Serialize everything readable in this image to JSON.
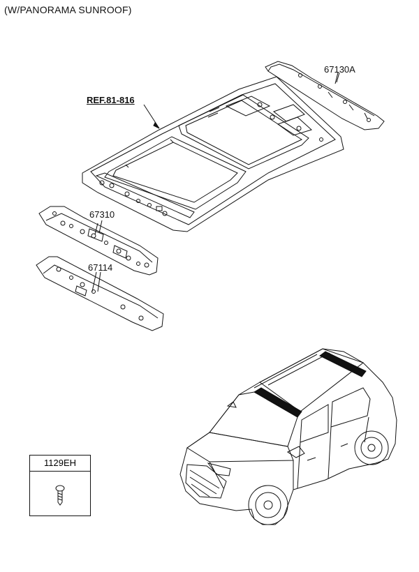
{
  "header": {
    "title": "(W/PANORAMA SUNROOF)"
  },
  "callouts": {
    "ref": "REF.81-816",
    "rear_rail": "67130A",
    "front_rail": "67310",
    "front_header": "67114"
  },
  "parts_box": {
    "part_number": "1129EH",
    "icon": "screw-icon"
  },
  "colors": {
    "line": "#111111",
    "highlight": "#111111",
    "background": "#ffffff"
  }
}
